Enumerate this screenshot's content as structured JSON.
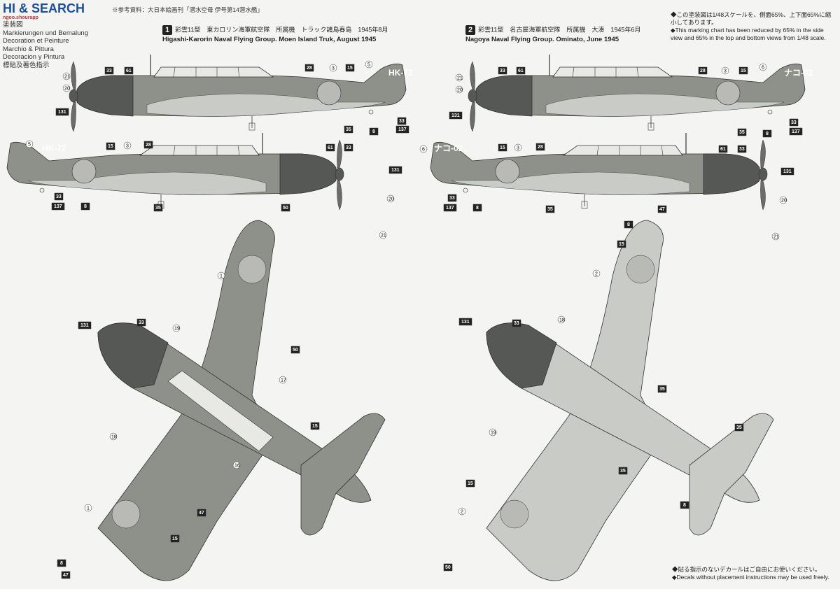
{
  "header": {
    "watermark": "HI & SEARCH",
    "watermark_sub": "ngoo.shourapp",
    "captions": [
      "塗装図",
      "Markierungen und Bemalung",
      "Decoration et Peinture",
      "Marchio & Pittura",
      "Decoracion y Pintura",
      "標貼及著色指示"
    ],
    "reference": "※参考資料：大日本絵画刊「潜水空母 伊号第14潜水艦」"
  },
  "schemes": [
    {
      "number": "1",
      "jp": "彩雲11型　東カロリン海軍航空隊　所属機　トラック諸島春島　1945年8月",
      "en": "Higashi-Karorin Naval Flying Group. Moen Island Truk, August 1945",
      "code": "HK-72"
    },
    {
      "number": "2",
      "jp": "彩雲11型　名古屋海軍航空隊　所属機　大湊　1945年6月",
      "en": "Nagoya Naval Flying Group. Ominato, June 1945",
      "code": "ナコ-02"
    }
  ],
  "notes_top": [
    "◆この塗装図は1/48スケールを、側面65%、上下面65%に縮小してあります。",
    "◆This marking chart has been reduced by 65% in the side view and 65% in the top and bottom views from 1/48 scale."
  ],
  "notes_bottom": [
    "◆貼る指示のないデカールはご自由にお使いください。",
    "◆Decals without placement instructions may be used freely."
  ],
  "callouts": {
    "c21": "21",
    "c20": "20",
    "c131": "131",
    "c33": "33",
    "c61": "61",
    "c28": "28",
    "c3": "3",
    "c15": "15",
    "c5": "5",
    "c6": "6",
    "c35": "35",
    "c8": "8",
    "c137": "137",
    "c50": "50",
    "c1": "1",
    "c2": "2",
    "c19": "19",
    "c18": "18",
    "c17": "17",
    "c16": "16",
    "c47": "47"
  },
  "colors": {
    "topside_green": "#8e9189",
    "underside_grey": "#c9cbc6",
    "cowling": "#555855",
    "hinomaru": "#b9bab6",
    "line": "#333333"
  }
}
